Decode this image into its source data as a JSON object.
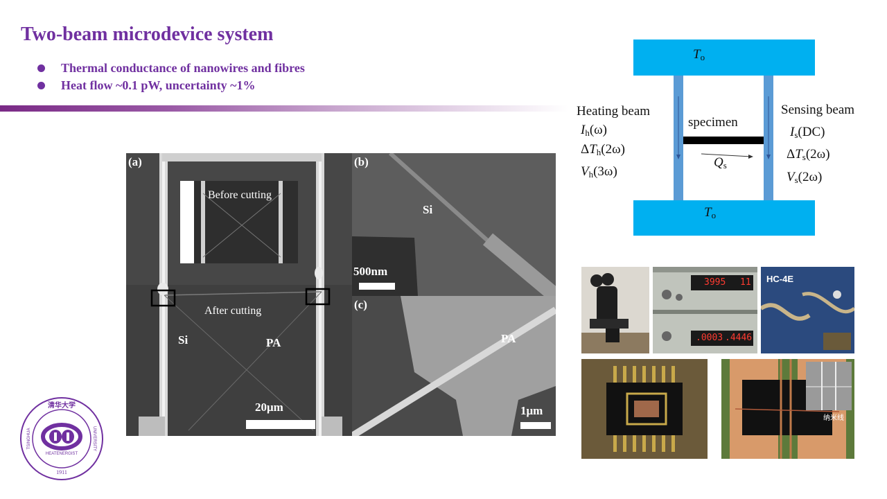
{
  "slide": {
    "title": "Two-beam microdevice system",
    "bullets": [
      "Thermal  conductance of nanowires  and fibres",
      "Heat flow ~0.1 pW, uncertainty  ~1%"
    ]
  },
  "sem": {
    "panel_a": {
      "label": "(a)",
      "inset_text": "Before cutting",
      "main_text": "After cutting",
      "si_label": "Si",
      "pa_label": "PA",
      "scale_label": "20μm"
    },
    "panel_b": {
      "label": "(b)",
      "si_label": "Si",
      "scale_label": "500nm"
    },
    "panel_c": {
      "label": "(c)",
      "pa_label": "PA",
      "scale_label": "1μm"
    }
  },
  "schematic": {
    "top_reservoir": {
      "symbol": "T",
      "sub": "o"
    },
    "bottom_reservoir": {
      "symbol": "T",
      "sub": "o"
    },
    "heating_beam": "Heating beam",
    "sensing_beam": "Sensing beam",
    "specimen": "specimen",
    "heat_flow": {
      "symbol": "Q",
      "sub": "s"
    },
    "heating_params": [
      {
        "sym": "I",
        "sub": "h",
        "arg": "(ω)"
      },
      {
        "sym": "T",
        "sub": "h",
        "arg": "(2ω)",
        "delta": "Δ"
      },
      {
        "sym": "V",
        "sub": "h",
        "arg": "(3ω)"
      }
    ],
    "sensing_params": [
      {
        "sym": "I",
        "sub": "s",
        "arg": "(DC)"
      },
      {
        "sym": "T",
        "sub": "s",
        "arg": "(2ω)",
        "delta": "Δ"
      },
      {
        "sym": "V",
        "sub": "s",
        "arg": "(2ω)"
      }
    ],
    "colors": {
      "reservoir": "#00b0f0",
      "beam": "#5b9bd5",
      "specimen": "#000000"
    }
  },
  "photos": {
    "lockin_display_1": "3995",
    "lockin_display_2": "11",
    "lockin_display_3": ".0003",
    "lockin_display_4": ".4446",
    "cryostat_label": "HC-4E",
    "device_caption": "纳米线"
  },
  "logo": {
    "top_text": "清华大学",
    "left_text": "TSINGHUA",
    "right_text": "UNIVERSITY",
    "center_text": "HEATENERGIST",
    "year": "1911"
  }
}
